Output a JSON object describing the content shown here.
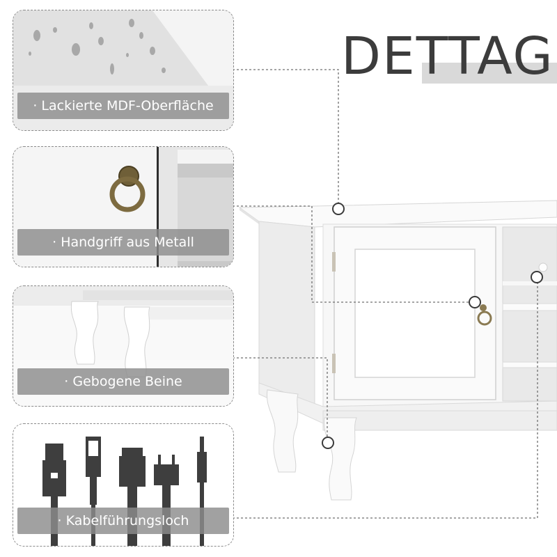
{
  "title": "DETTAGL",
  "panels": [
    {
      "caption": "· Lackierte MDF-Oberfläche",
      "icon": "water-drops-surface"
    },
    {
      "caption": "· Handgriff aus Metall",
      "icon": "ring-handle"
    },
    {
      "caption": "· Gebogene Beine",
      "icon": "curved-legs"
    },
    {
      "caption": "· Kabelführungsloch",
      "icon": "cable-connectors"
    }
  ],
  "colors": {
    "title": "#3c3c3c",
    "title_band": "#d9d9d9",
    "caption_bg": "#8c8c8c",
    "caption_text": "#ffffff",
    "dashed_border": "#8a8a8a",
    "furniture": "#f4f4f4",
    "handle": "#8a7a52"
  }
}
